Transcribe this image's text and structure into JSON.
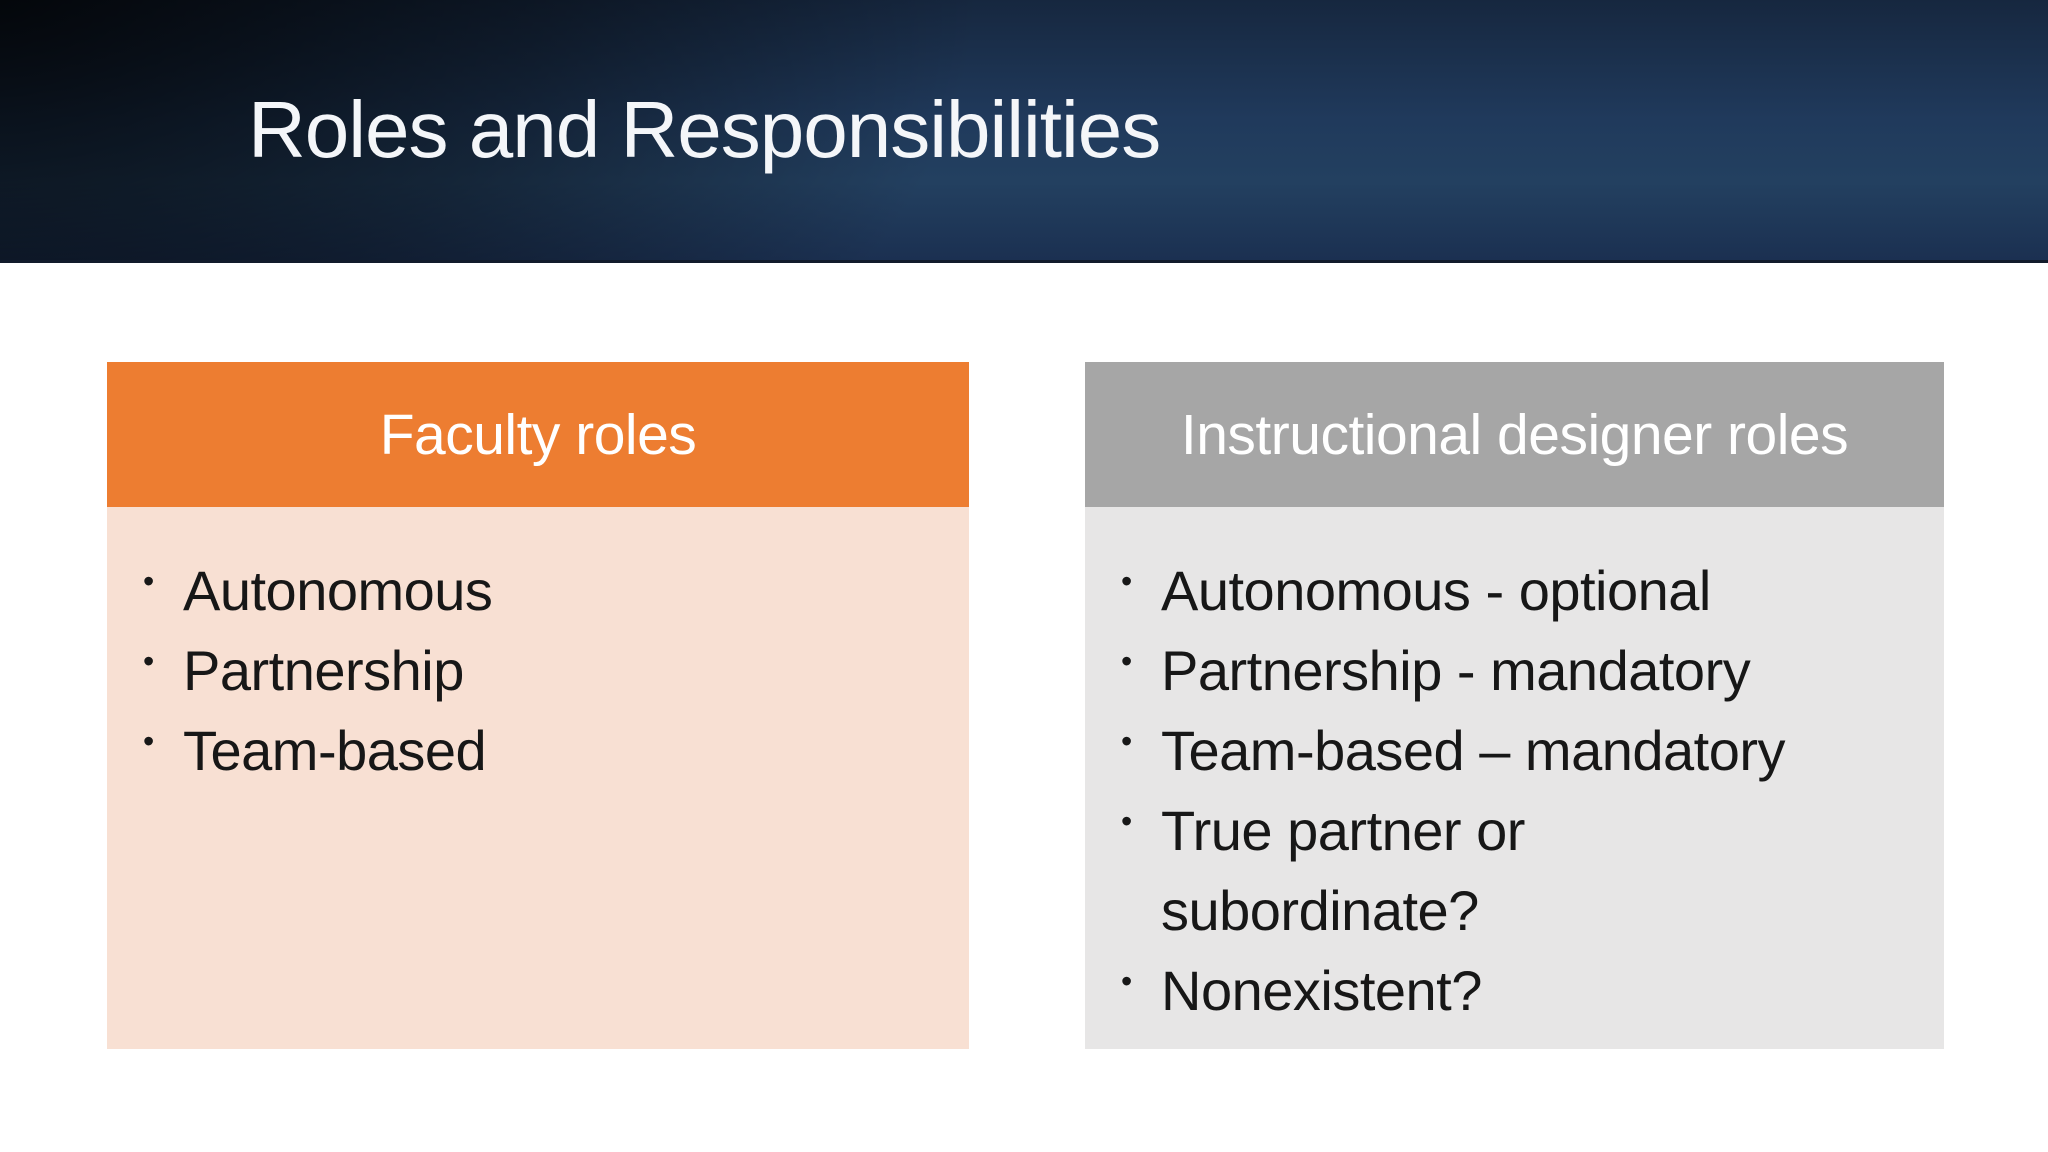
{
  "slide": {
    "title": "Roles and Responsibilities",
    "bullet_char": "•"
  },
  "theme": {
    "band_navy": "#203A5C",
    "band_corner_black": "#05070C",
    "band_bottom_line": "#121B2B",
    "title_color": "#F4F6F9",
    "slide_background": "#FFFFFF",
    "body_text_color": "#171717"
  },
  "columns": [
    {
      "header": "Faculty roles",
      "header_bg": "#ED7D31",
      "header_text_color": "#FFFFFF",
      "body_bg": "#F8E0D3",
      "items": [
        "Autonomous",
        "Partnership",
        "Team-based"
      ]
    },
    {
      "header": "Instructional designer roles",
      "header_bg": "#A6A6A6",
      "header_text_color": "#FFFFFF",
      "body_bg": "#E7E6E6",
      "items": [
        "Autonomous - optional",
        "Partnership - mandatory",
        "Team-based – mandatory",
        "True partner or\nsubordinate?",
        "Nonexistent?"
      ]
    }
  ]
}
